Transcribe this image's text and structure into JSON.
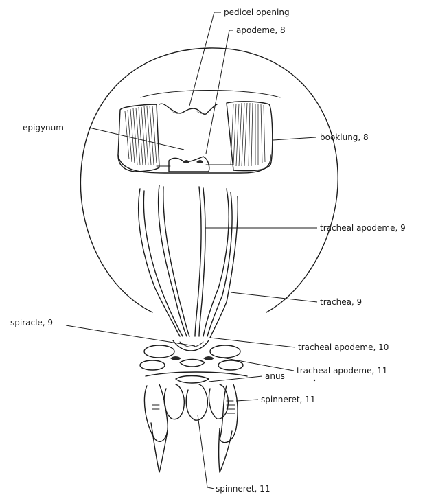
{
  "figure": {
    "labels": {
      "pedicel_opening": "pedicel opening",
      "apodeme_8": "apodeme, 8",
      "epigynum": "epigynum",
      "booklung_8": "booklung, 8",
      "tracheal_apodeme_9": "tracheal apodeme, 9",
      "trachea_9": "trachea, 9",
      "spiracle_9": "spiracle, 9",
      "tracheal_apodeme_10": "tracheal apodeme, 10",
      "tracheal_apodeme_11": "tracheal apodeme, 11",
      "anus": "anus",
      "spinneret_11_right": "spinneret, 11",
      "spinneret_11_bottom": "spinneret, 11"
    },
    "colors": {
      "ink": "#1b1b1b",
      "background": "#ffffff"
    }
  }
}
